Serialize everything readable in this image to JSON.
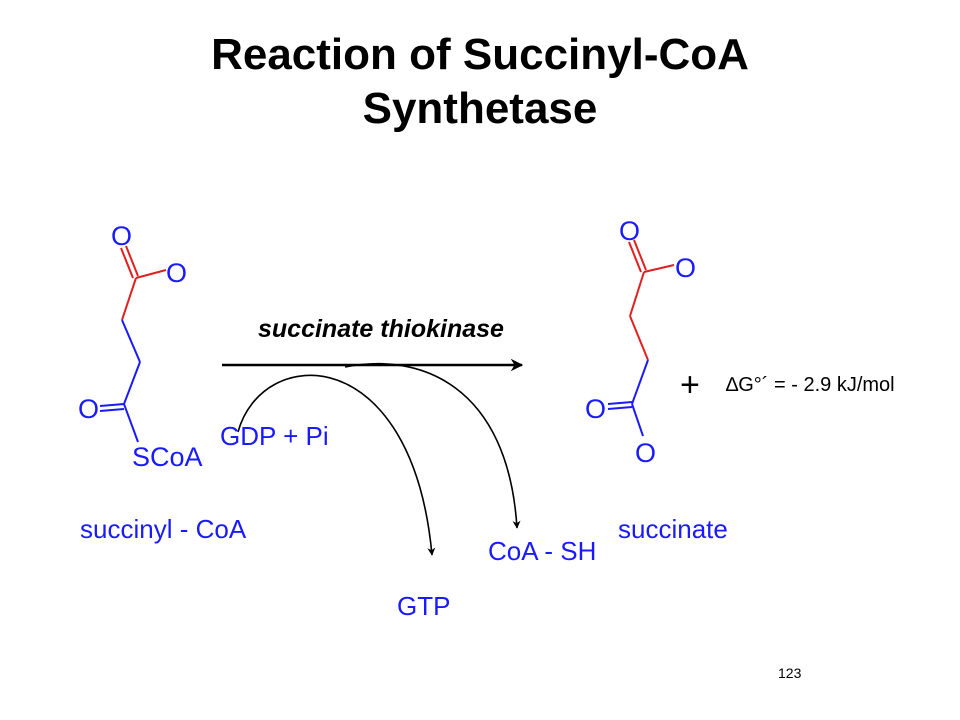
{
  "slide": {
    "title_line1": "Reaction of Succinyl-CoA",
    "title_line2": "Synthetase",
    "page_number": "123"
  },
  "reactant": {
    "name": "succinyl - CoA",
    "atoms": {
      "o_top": "O",
      "o_right": "O",
      "o_left": "O",
      "scoa": "SCoA"
    }
  },
  "product": {
    "name": "succinate",
    "atoms": {
      "o_top": "O",
      "o_right": "O",
      "o_left": "O",
      "o_bottom": "O"
    }
  },
  "enzyme": {
    "name": "succinate thiokinase"
  },
  "cofactors": {
    "input": "GDP + Pi",
    "outputs": [
      "GTP",
      "CoA - SH"
    ]
  },
  "plus_sign": "+",
  "free_energy": "∆G°´ = - 2.9 kJ/mol",
  "colors": {
    "bond_red": "#e02020",
    "bond_blue": "#1a1aff",
    "arrow": "#000000"
  }
}
